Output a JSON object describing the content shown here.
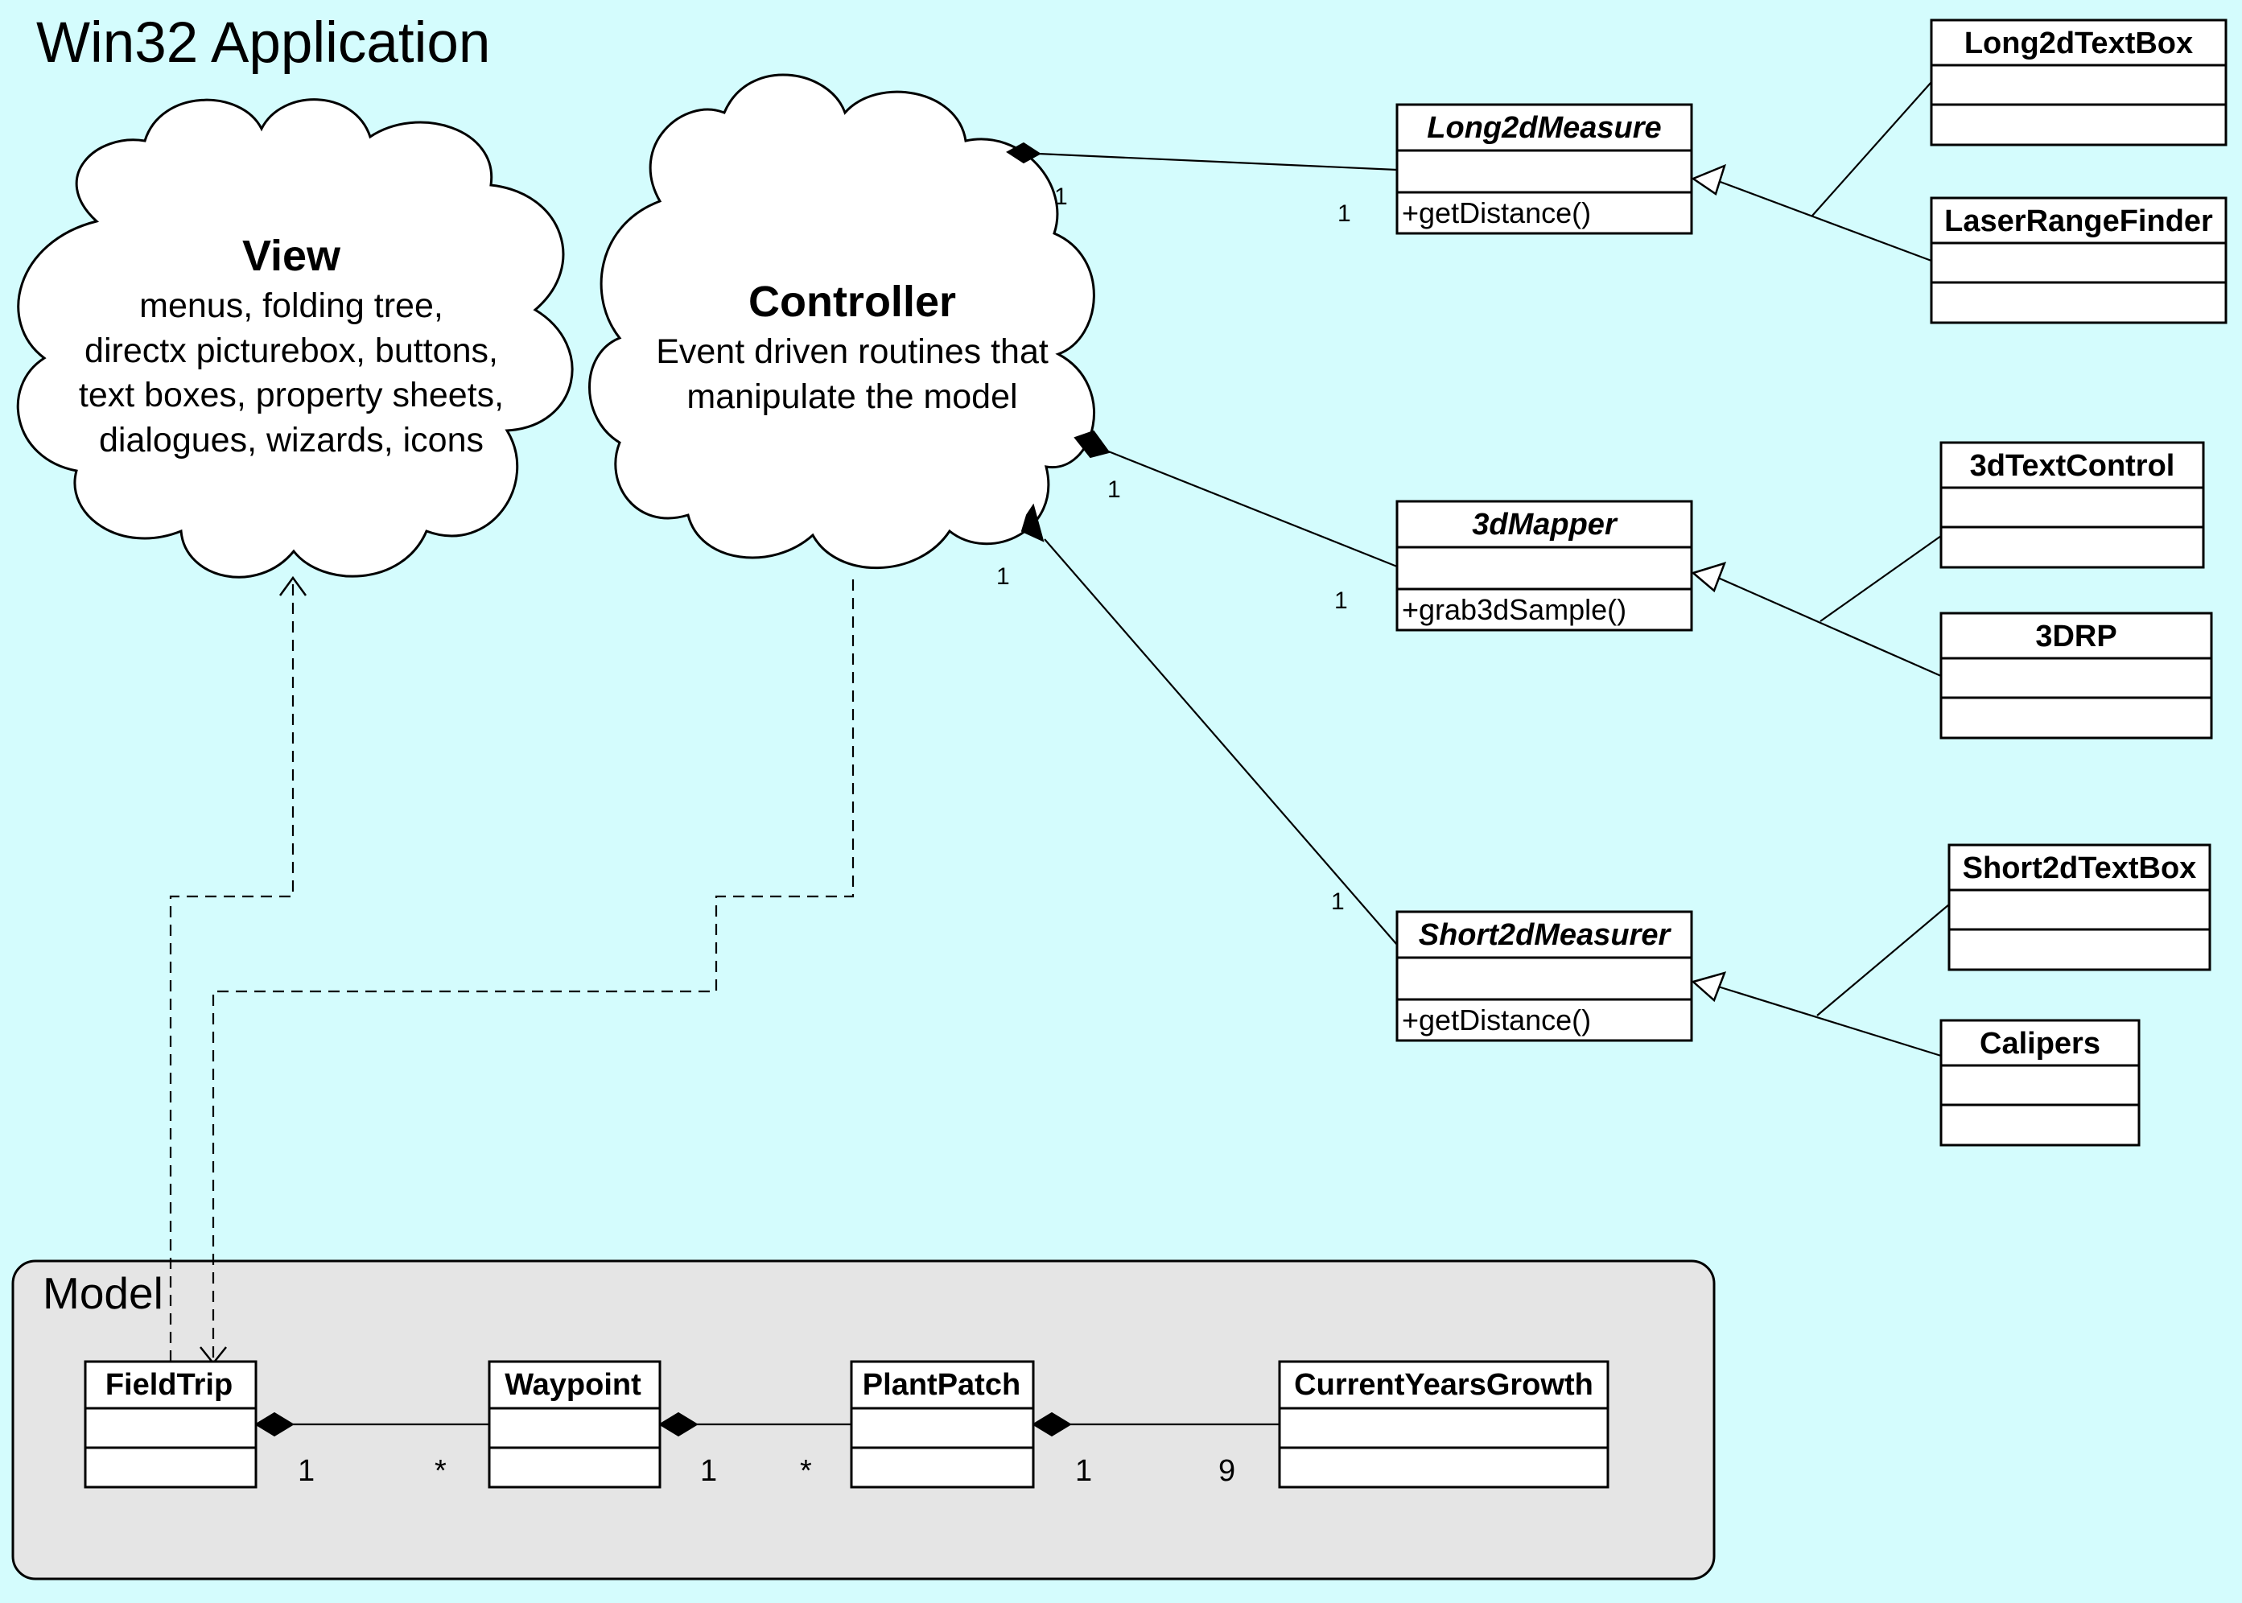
{
  "diagram_title": "Win32 Application",
  "view_cloud": {
    "title": "View",
    "lines": [
      "menus, folding tree,",
      "directx picturebox, buttons,",
      "text boxes, property sheets,",
      "dialogues, wizards, icons"
    ]
  },
  "controller_cloud": {
    "title": "Controller",
    "lines": [
      "Event driven routines that",
      "manipulate the model"
    ]
  },
  "measure_classes": [
    {
      "name": "Long2dMeasure",
      "method": "+getDistance()"
    },
    {
      "name": "3dMapper",
      "method": "+grab3dSample()"
    },
    {
      "name": "Short2dMeasurer",
      "method": "+getDistance()"
    }
  ],
  "device_classes": [
    {
      "name": "Long2dTextBox"
    },
    {
      "name": "LaserRangeFinder"
    },
    {
      "name": "3dTextControl"
    },
    {
      "name": "3DRP"
    },
    {
      "name": "Short2dTextBox"
    },
    {
      "name": "Calipers"
    }
  ],
  "controller_multiplicities": [
    {
      "controller_end": "1",
      "class_end": "1"
    },
    {
      "controller_end": "1",
      "class_end": "1"
    },
    {
      "controller_end": "1",
      "class_end": "1"
    }
  ],
  "model": {
    "label": "Model",
    "classes": [
      {
        "name": "FieldTrip"
      },
      {
        "name": "Waypoint"
      },
      {
        "name": "PlantPatch"
      },
      {
        "name": "CurrentYearsGrowth"
      }
    ],
    "associations": [
      {
        "left": "1",
        "right": "*"
      },
      {
        "left": "1",
        "right": "*"
      },
      {
        "left": "1",
        "right": "9"
      }
    ]
  }
}
